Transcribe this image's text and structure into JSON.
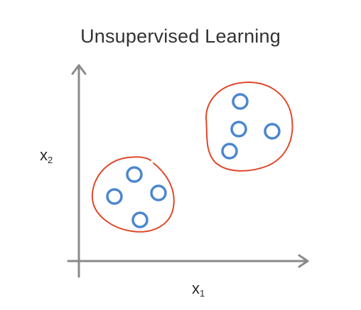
{
  "title": "Unsupervised Learning",
  "axes": {
    "x_label": {
      "base": "x",
      "sub": "1"
    },
    "y_label": {
      "base": "x",
      "sub": "2"
    }
  },
  "colors": {
    "axis": "#8a8a8a",
    "point": "#4a86d0",
    "cluster_outline": "#e0482a",
    "text": "#333333"
  },
  "clusters": [
    {
      "name": "cluster-bottom-left",
      "point_count": 4
    },
    {
      "name": "cluster-top-right",
      "point_count": 4
    }
  ]
}
